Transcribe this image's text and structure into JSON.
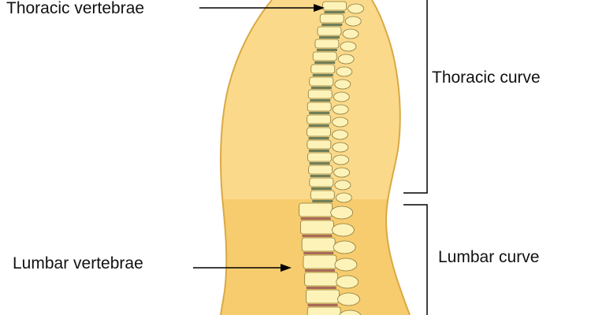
{
  "labels": {
    "thoracic_vertebrae": "Thoracic vertebrae",
    "lumbar_vertebrae": "Lumbar vertebrae",
    "thoracic_curve": "Thoracic curve",
    "lumbar_curve": "Lumbar curve"
  },
  "colors": {
    "body_upper": "#fbd98a",
    "body_lower": "#f7d07a",
    "outline": "#c99a2e",
    "vertebra": "#fdf3b8",
    "vertebra_stroke": "#8a7a3a",
    "disc_thoracic": "#6f7f5a",
    "disc_lumbar": "#a86a5a",
    "line": "#000000"
  }
}
